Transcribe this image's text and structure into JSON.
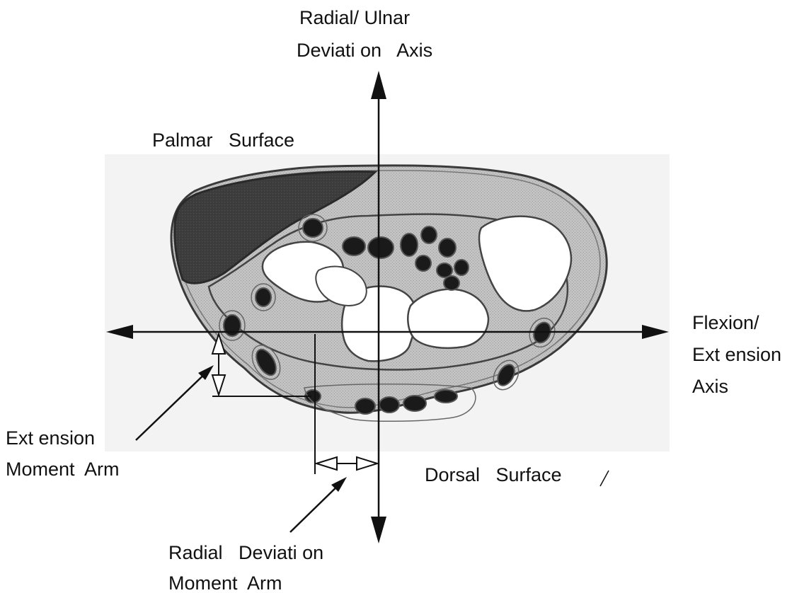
{
  "labels": {
    "radial_ulnar_axis_line1": "Radial/ Ulnar",
    "radial_ulnar_axis_line2": "Deviati on   Axis",
    "palmar_surface": "Palmar   Surface",
    "flexion_extension_axis_line1": "Flexion/",
    "flexion_extension_axis_line2": "Ext ension",
    "flexion_extension_axis_line3": "Axis",
    "extension_moment_arm_line1": "Ext ension",
    "extension_moment_arm_line2": "Moment  Arm",
    "dorsal_surface": "Dorsal   Surface",
    "radial_deviation_moment_arm_line1": "Radial   Deviati on",
    "radial_deviation_moment_arm_line2": "Moment  Arm"
  },
  "colors": {
    "outline": "#3a3a3a",
    "tissue_light": "#bdbdbd",
    "tissue_dark": "#3c3c3c",
    "tendon": "#1a1a1a",
    "bone": "#ffffff",
    "panel": "#f2f2f2",
    "axis": "#111111"
  }
}
